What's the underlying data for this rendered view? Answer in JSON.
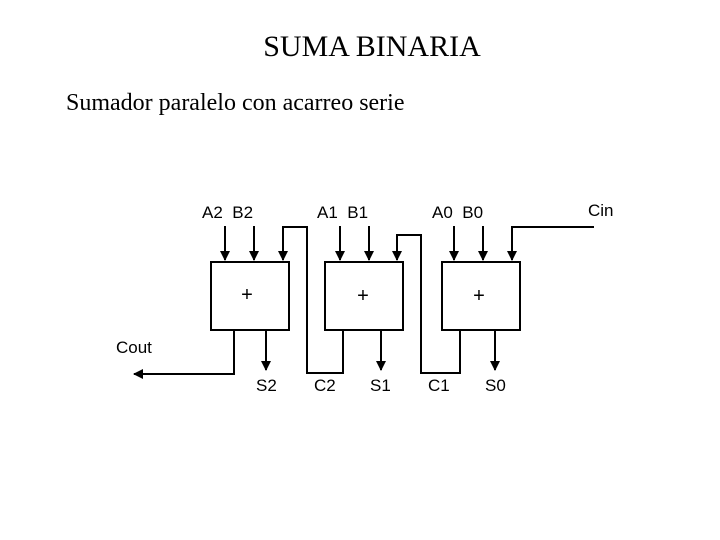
{
  "title": "SUMA BINARIA",
  "subtitle": "Sumador paralelo con acarreo serie",
  "adders": [
    {
      "inputs": "A2  B2",
      "op": "+",
      "sum": "S2"
    },
    {
      "inputs": "A1  B1",
      "op": "+",
      "sum": "S1"
    },
    {
      "inputs": "A0  B0",
      "op": "+",
      "sum": "S0"
    }
  ],
  "carries": [
    "C2",
    "C1"
  ],
  "carry_in": "Cin",
  "carry_out": "Cout"
}
